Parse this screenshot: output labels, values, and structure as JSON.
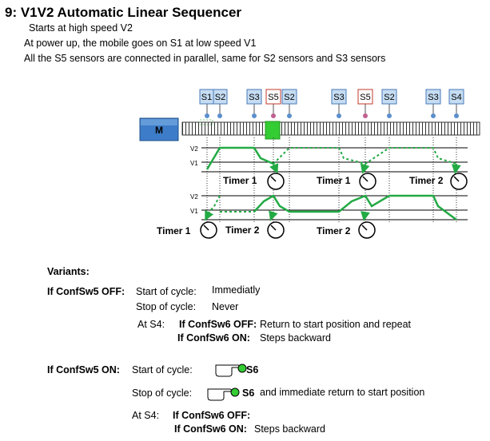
{
  "title": "9: V1V2 Automatic Linear Sequencer",
  "intro": [
    "Starts at high speed V2",
    "At power up, the mobile goes on S1 at low speed V1",
    "All the S5 sensors are connected in parallel, same for S2 sensors and S3 sensors"
  ],
  "diagram": {
    "motor_label": "M",
    "sensors": [
      "S1",
      "S2",
      "S3",
      "S5",
      "S2",
      "S3",
      "S5",
      "S2",
      "S3",
      "S4"
    ],
    "speed_labels": {
      "v2": "V2",
      "v1": "V1"
    },
    "timers_top": [
      "Timer 1",
      "Timer 1",
      "Timer 2"
    ],
    "timers_bottom": [
      "Timer 1",
      "Timer 2",
      "Timer 2"
    ],
    "colors": {
      "trace": "#22aa44",
      "sensor_fill": "#c5dcf2",
      "sensor_border_blue": "#4a7ab8",
      "sensor_border_red": "#c0392b",
      "motor_fill": "#3d7cc8",
      "carriage": "#33cc33"
    }
  },
  "variants": {
    "heading": "Variants:",
    "off": {
      "label": "If ConfSw5 OFF:",
      "start_label": "Start of cycle:",
      "start_value": "Immediatly",
      "stop_label": "Stop of cycle:",
      "stop_value": "Never",
      "at_s4": "At S4:",
      "sw6_off_label": "If ConfSw6 OFF:",
      "sw6_off_value": "Return to start position and repeat",
      "sw6_on_label": "If ConfSw6 ON:",
      "sw6_on_value": "Steps backward"
    },
    "on": {
      "label": "If ConfSw5 ON:",
      "start_label": "Start of cycle:",
      "start_sensor": "S6",
      "stop_label": "Stop of cycle:",
      "stop_sensor": "S6",
      "stop_value": "and immediate return to start position",
      "at_s4": "At S4:",
      "sw6_off_label": "If ConfSw6 OFF:",
      "sw6_on_label": "If ConfSw6 ON:",
      "sw6_on_value": "Steps backward"
    }
  }
}
